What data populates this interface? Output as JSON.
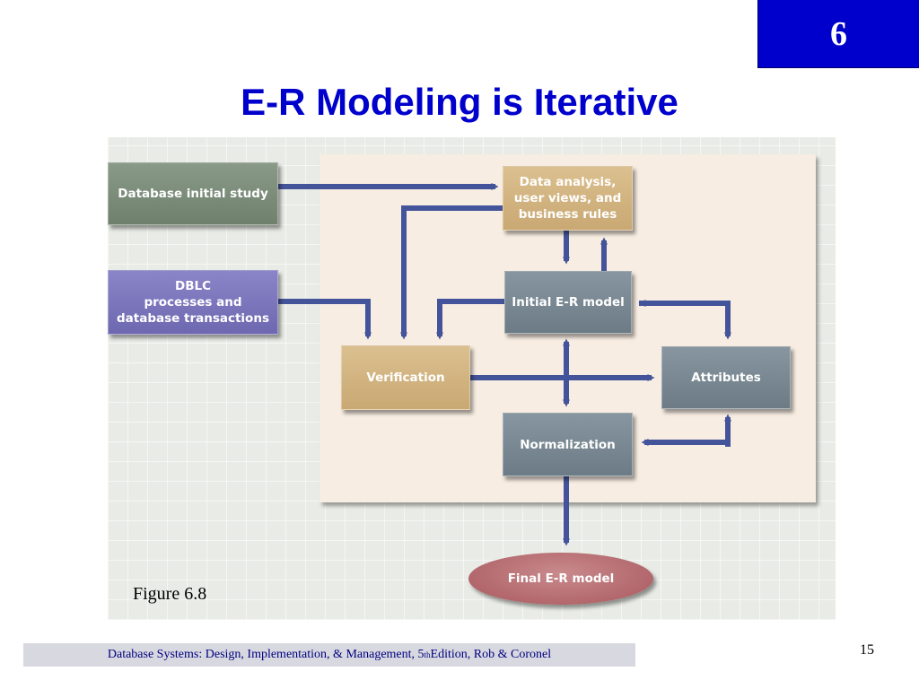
{
  "chapter_number": "6",
  "title": "E-R Modeling is Iterative",
  "diagram": {
    "nodes": {
      "database_initial_study": "Database initial study",
      "dblc": "DBLC\nprocesses and\ndatabase transactions",
      "data_analysis": "Data analysis,\nuser views, and\nbusiness rules",
      "initial_er_model": "Initial E-R model",
      "verification": "Verification",
      "attributes": "Attributes",
      "normalization": "Normalization",
      "final_er_model": "Final E-R model"
    },
    "colors": {
      "arrow": "#44549a",
      "inner_panel": "#f7ede2",
      "green_box": "#7b8c79",
      "purple_box": "#7c76bd",
      "tan_box": "#d2b482",
      "slate_box": "#7a8993",
      "final_oval": "#b86e72"
    }
  },
  "caption": "Figure 6.8",
  "footer": {
    "text_before": "Database Systems: Design, Implementation, & Management, 5",
    "superscript": "th",
    "text_after": " Edition, Rob & Coronel"
  },
  "page_number": "15",
  "colors": {
    "title": "#0000cc",
    "badge_background": "#0000cc",
    "footer_background": "#d8d8e0",
    "footer_text": "#000080"
  }
}
